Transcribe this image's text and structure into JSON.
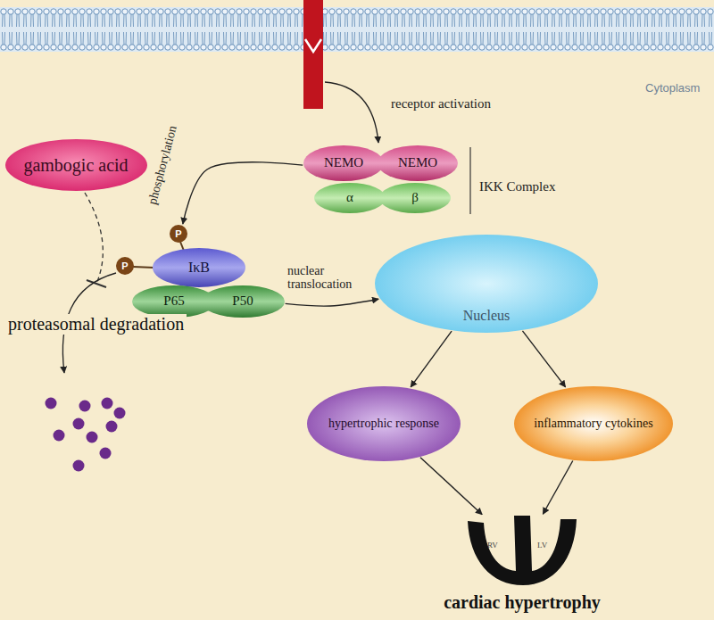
{
  "diagram": {
    "nodes": [
      {
        "text": [
          "gambogic acid"
        ]
      },
      {
        "text": [
          "NEMO"
        ]
      },
      {
        "text": [
          "NEMO"
        ]
      },
      {
        "text": [
          "α"
        ]
      },
      {
        "text": [
          "β"
        ]
      },
      {
        "text": [
          "P"
        ]
      },
      {
        "text": [
          "P"
        ]
      },
      {
        "text": [
          "IκB"
        ]
      },
      {
        "text": [
          "P65"
        ]
      },
      {
        "text": [
          "P50"
        ]
      },
      {
        "text": [
          "Nucleus"
        ]
      },
      {
        "text": [
          "hypertrophic response"
        ]
      },
      {
        "text": [
          "inflammatory cytokines"
        ]
      },
      {
        "text": [
          "RV",
          "LV",
          "cardiac hypertrophy"
        ]
      }
    ],
    "edges": [
      {
        "from": 1,
        "to": 5,
        "label": "phosphorylation",
        "arrow": "to"
      },
      {
        "from": 9,
        "to": 10,
        "label": "nuclear translocation",
        "arrow": "to"
      },
      {
        "from": 10,
        "to": 11,
        "arrow": "to"
      },
      {
        "from": 10,
        "to": 12,
        "arrow": "to"
      },
      {
        "from": 11,
        "to": 13,
        "arrow": "to"
      },
      {
        "from": 12,
        "to": 13,
        "arrow": "to"
      }
    ],
    "labels": [
      "Cytoplasm",
      "receptor activation",
      "IKK Complex",
      "proteasomal degradation"
    ]
  }
}
